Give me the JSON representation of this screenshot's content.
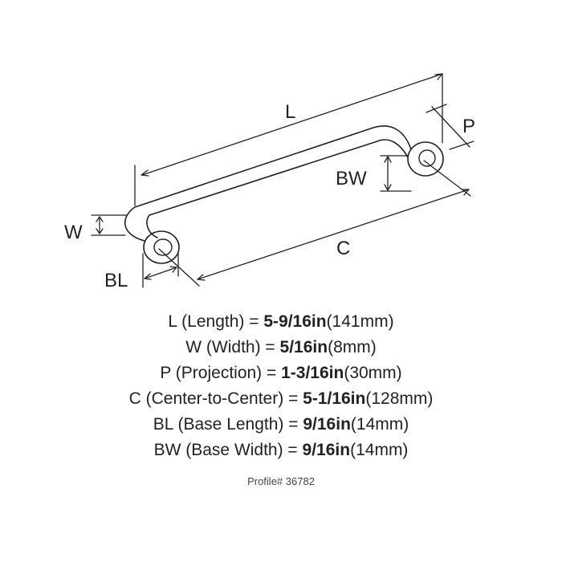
{
  "diagram": {
    "labels": {
      "L": "L",
      "P": "P",
      "BW": "BW",
      "W": "W",
      "C": "C",
      "BL": "BL"
    }
  },
  "specs": [
    {
      "code": "L",
      "name": "(Length) =",
      "imperial": "5-9/16in",
      "metric": "(141mm)"
    },
    {
      "code": "W",
      "name": "(Width) =",
      "imperial": "5/16in",
      "metric": "(8mm)"
    },
    {
      "code": "P",
      "name": "(Projection) =",
      "imperial": "1-3/16in",
      "metric": "(30mm)"
    },
    {
      "code": "C",
      "name": "(Center-to-Center) =",
      "imperial": "5-1/16in",
      "metric": "(128mm)"
    },
    {
      "code": "BL",
      "name": "(Base Length) =",
      "imperial": "9/16in",
      "metric": "(14mm)"
    },
    {
      "code": "BW",
      "name": "(Base Width) =",
      "imperial": "9/16in",
      "metric": "(14mm)"
    }
  ],
  "profile": "Profile# 36782"
}
